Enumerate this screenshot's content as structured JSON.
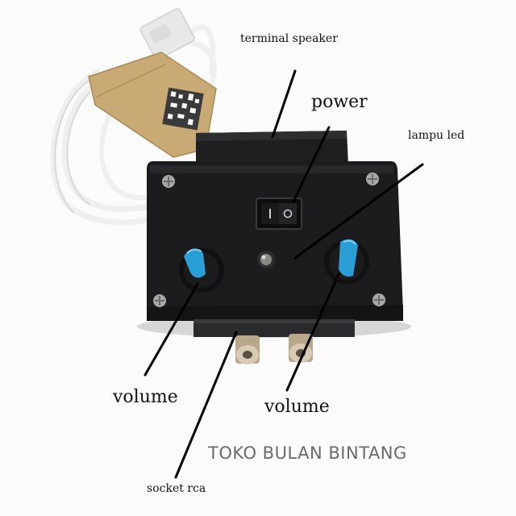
{
  "labels": {
    "terminal_speaker": "terminal speaker",
    "power": "power",
    "lampu_led": "lampu led",
    "volume_left": "volume",
    "volume_right": "volume",
    "socket_rca": "socket rca"
  },
  "watermark": "TOKO BULAN BINTANG",
  "colors": {
    "body": "#1c1c1e",
    "knob_cap": "#2a9fd6",
    "cable": "#f2f2f2",
    "tape": "#c8a872",
    "rca_metal": "#b9a78c",
    "annotation_line": "#000000"
  }
}
